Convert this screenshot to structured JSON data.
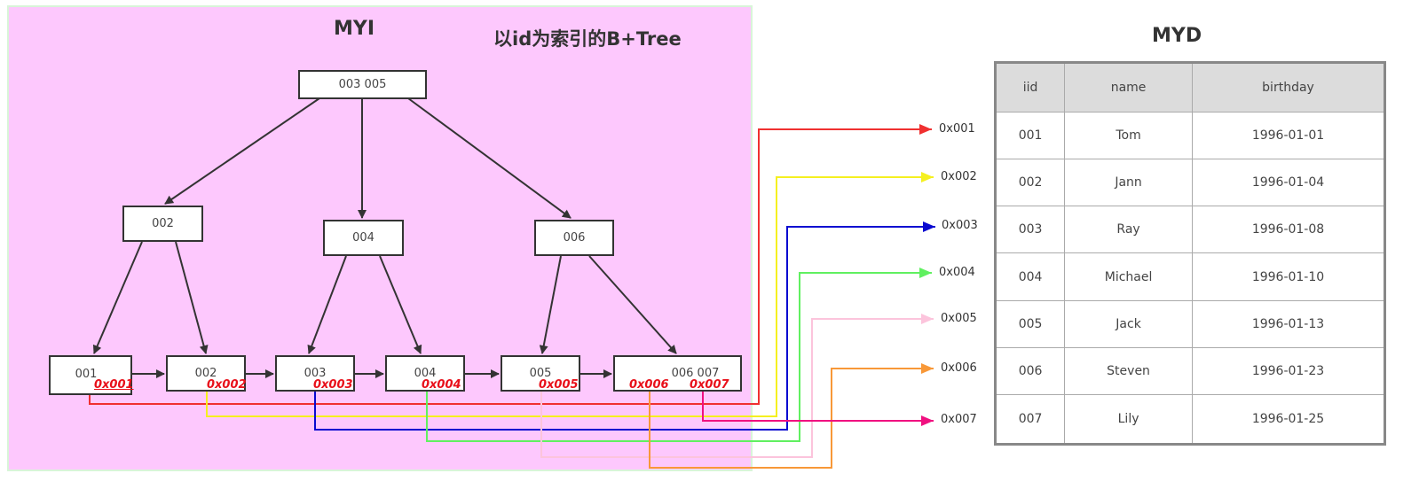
{
  "myi": {
    "title": "MYI",
    "subtitle": "以id为索引的B+Tree",
    "root": {
      "keys": "003  005"
    },
    "internal": [
      {
        "keys": "002"
      },
      {
        "keys": "004"
      },
      {
        "keys": "006"
      }
    ],
    "leaves": [
      {
        "keys": "001",
        "addrs": [
          "0x001"
        ]
      },
      {
        "keys": "002",
        "addrs": [
          "0x002"
        ]
      },
      {
        "keys": "003",
        "addrs": [
          "0x003"
        ]
      },
      {
        "keys": "004",
        "addrs": [
          "0x004"
        ]
      },
      {
        "keys": "005",
        "addrs": [
          "0x005"
        ]
      },
      {
        "keys": "006  007",
        "addrs": [
          "0x006",
          "0x007"
        ]
      }
    ]
  },
  "pointers": [
    {
      "label": "0x001",
      "color": "#f03030"
    },
    {
      "label": "0x002",
      "color": "#f5f020"
    },
    {
      "label": "0x003",
      "color": "#0a0ad0"
    },
    {
      "label": "0x004",
      "color": "#60f060"
    },
    {
      "label": "0x005",
      "color": "#fcc4dc"
    },
    {
      "label": "0x006",
      "color": "#f89838"
    },
    {
      "label": "0x007",
      "color": "#f01080"
    }
  ],
  "myd": {
    "title": "MYD",
    "columns": [
      "iid",
      "name",
      "birthday"
    ],
    "rows": [
      [
        "001",
        "Tom",
        "1996-01-01"
      ],
      [
        "002",
        "Jann",
        "1996-01-04"
      ],
      [
        "003",
        "Ray",
        "1996-01-08"
      ],
      [
        "004",
        "Michael",
        "1996-01-10"
      ],
      [
        "005",
        "Jack",
        "1996-01-13"
      ],
      [
        "006",
        "Steven",
        "1996-01-23"
      ],
      [
        "007",
        "Lily",
        "1996-01-25"
      ]
    ]
  }
}
